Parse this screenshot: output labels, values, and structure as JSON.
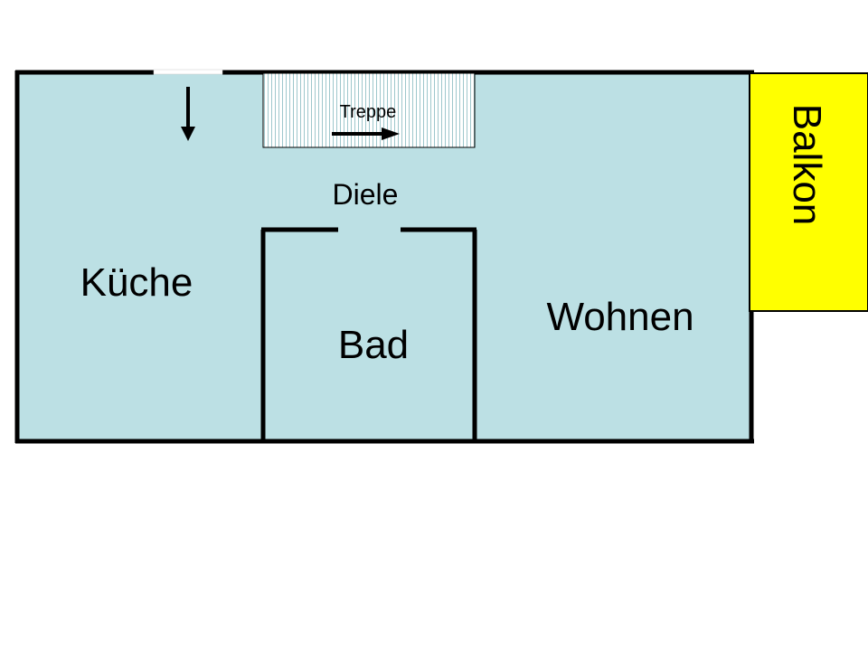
{
  "plan": {
    "rooms": {
      "kitchen": "Küche",
      "hall": "Diele",
      "bath": "Bad",
      "living": "Wohnen",
      "balcony": "Balkon",
      "stairs": "Treppe"
    },
    "colors": {
      "floor": "#bce0e4",
      "balcony": "#ffff00",
      "wall": "#000000"
    }
  }
}
